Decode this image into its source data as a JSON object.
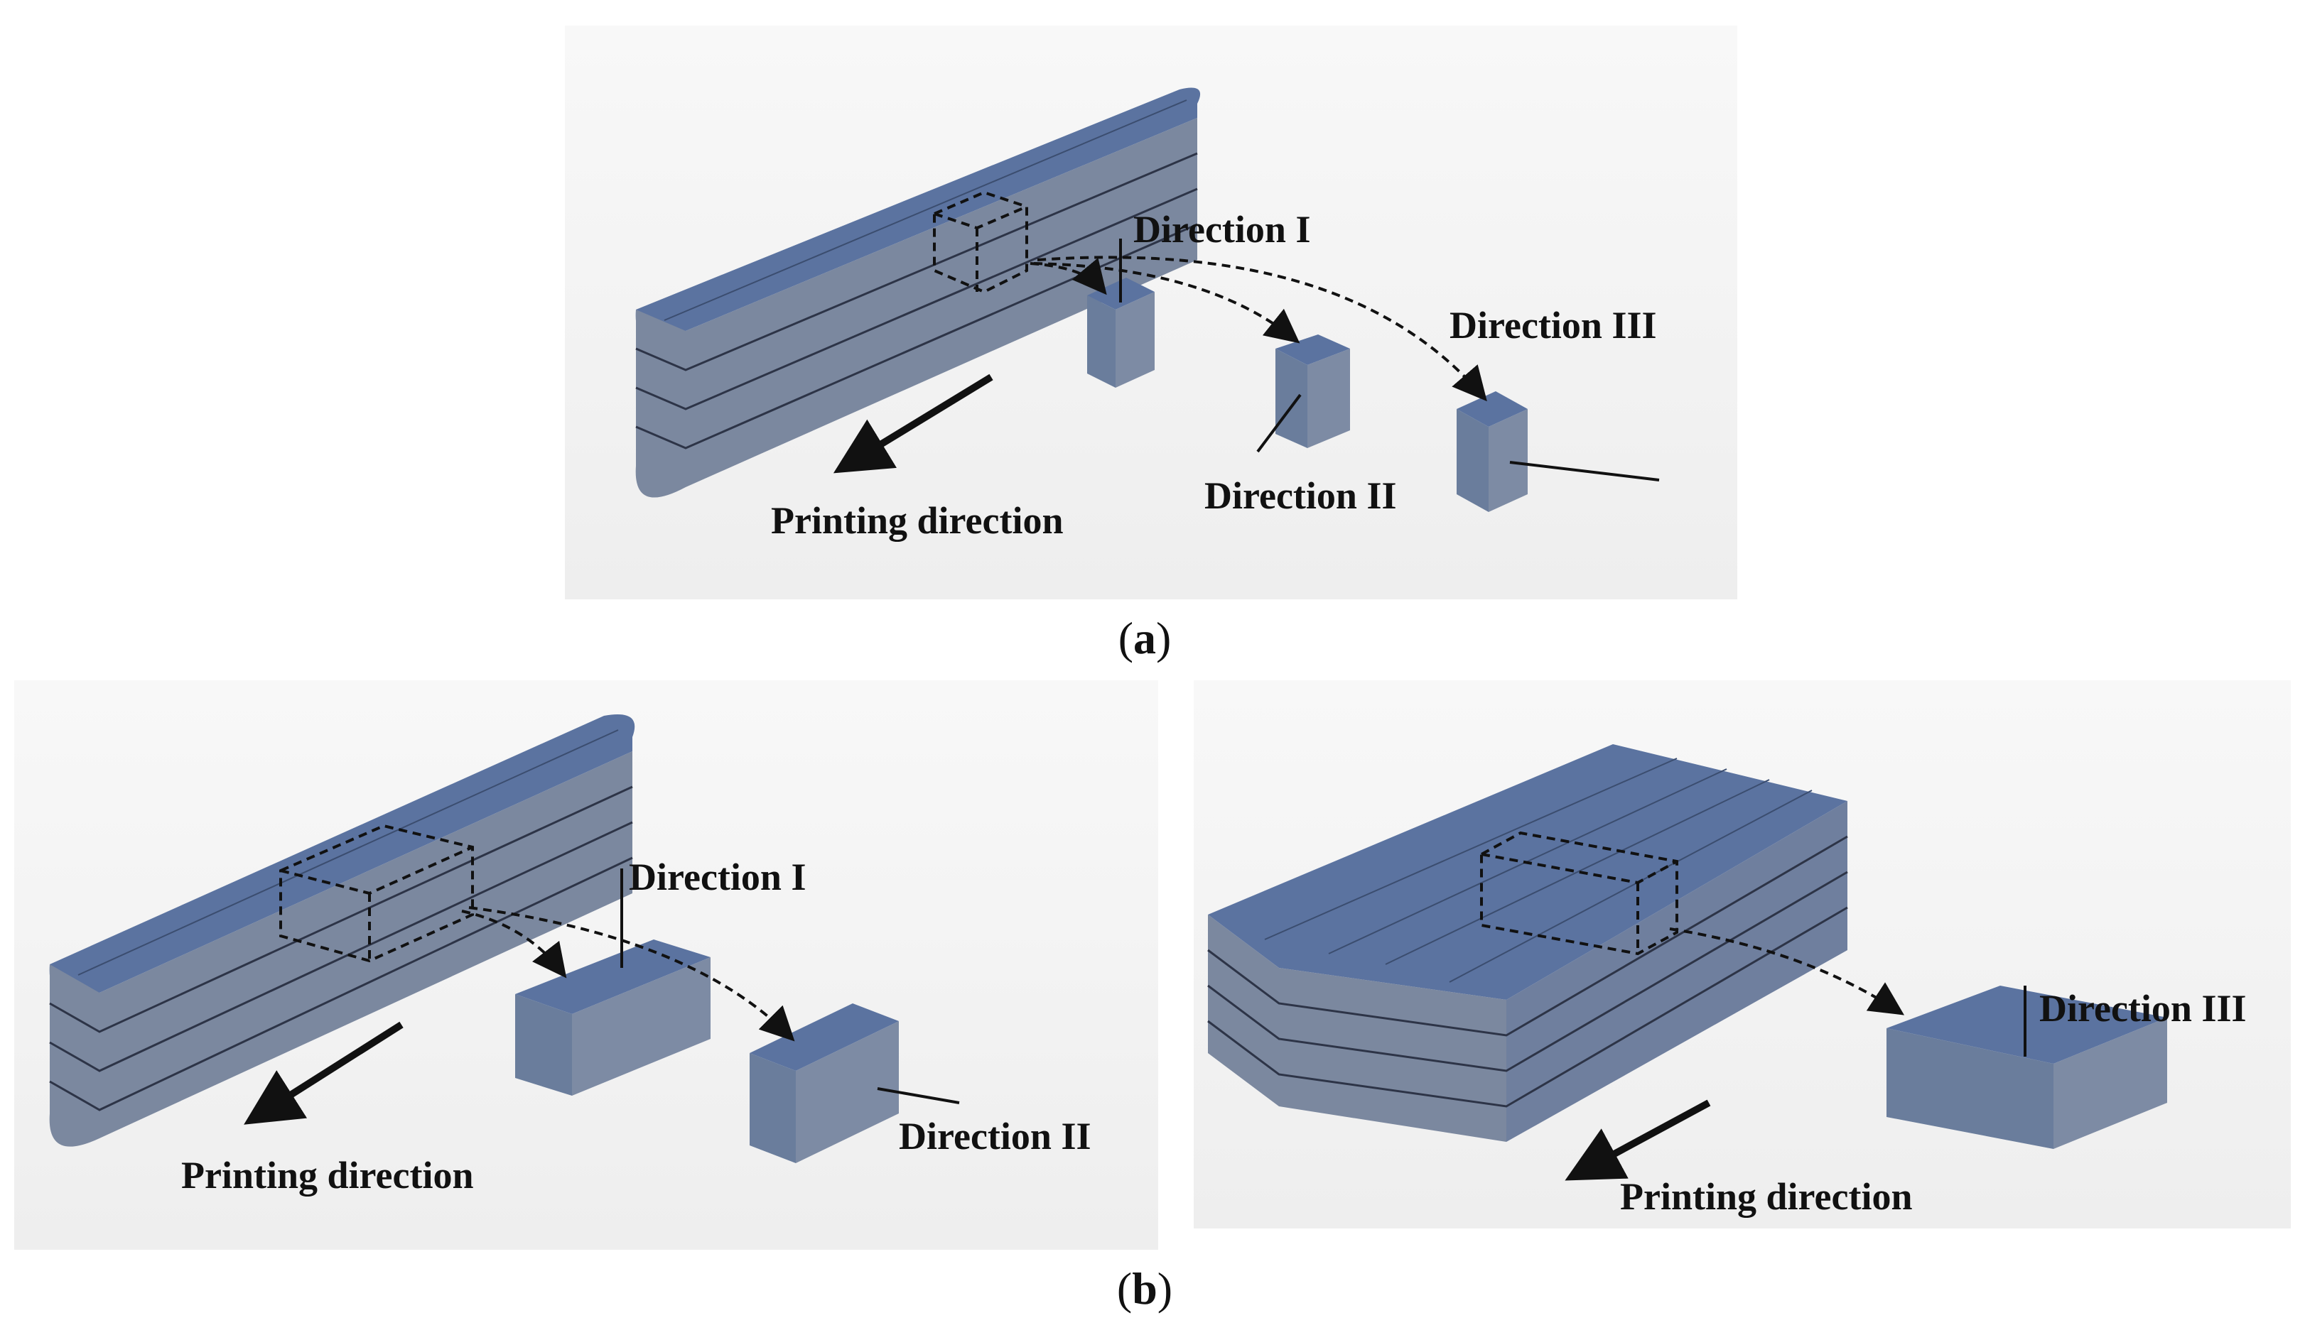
{
  "figure": {
    "panel_a": {
      "caption_open": "(",
      "caption_letter": "a",
      "caption_close": ")",
      "labels": {
        "direction_1": "Direction I",
        "direction_2": "Direction II",
        "direction_3": "Direction III",
        "printing_direction": "Printing direction"
      }
    },
    "panel_b_left": {
      "labels": {
        "direction_1": "Direction I",
        "direction_2": "Direction II",
        "printing_direction": "Printing direction"
      }
    },
    "panel_b_right": {
      "labels": {
        "direction_3": "Direction III",
        "printing_direction": "Printing direction"
      }
    },
    "panel_b": {
      "caption_open": "(",
      "caption_letter": "b",
      "caption_close": ")"
    }
  },
  "colors": {
    "background": "#ffffff",
    "panel_shade": "#f2f2f2",
    "block_top": "#5b73a0",
    "block_side": "#6a7d9c",
    "block_front": "#7d8ba4",
    "line": "#111111"
  }
}
